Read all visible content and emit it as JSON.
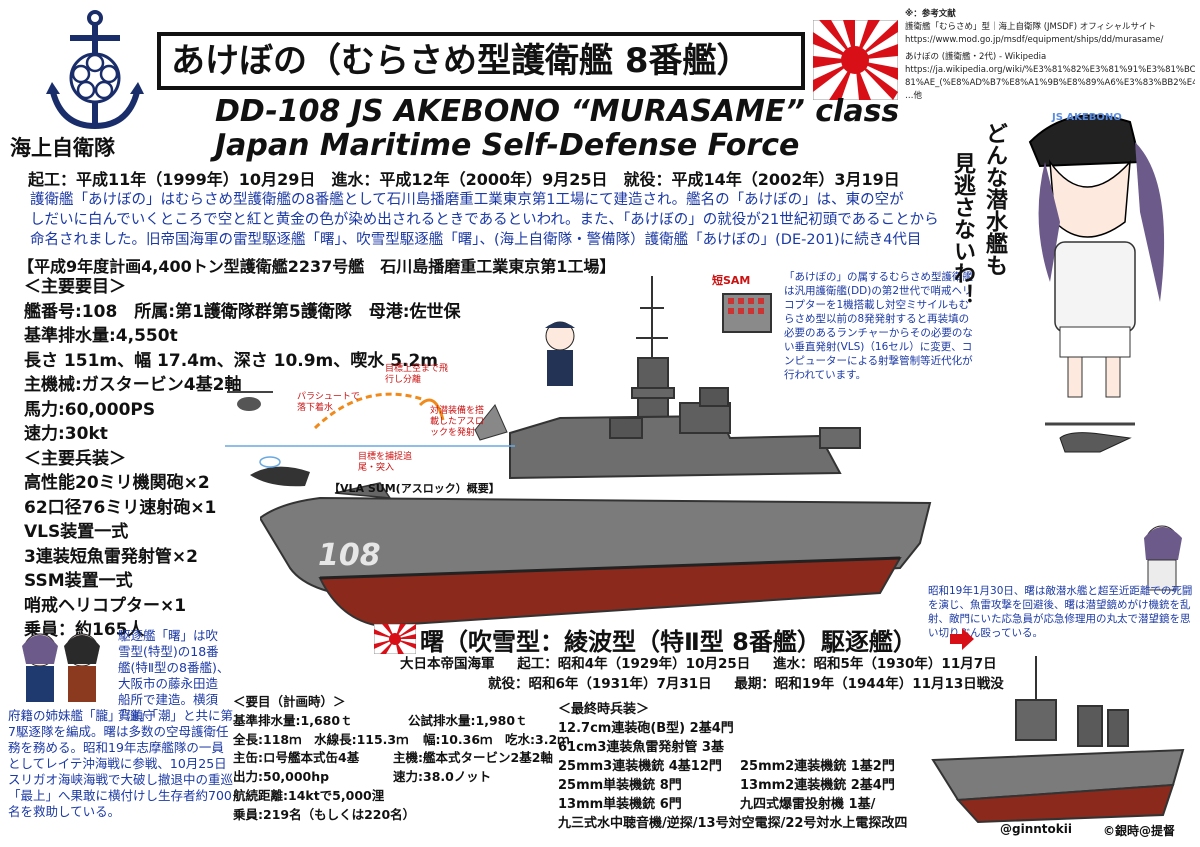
{
  "title": "あけぼの（むらさめ型護衛艦 8番艦）",
  "heading_en": {
    "line1": "DD-108 JS  AKEBONO  “MURASAME” class",
    "line2": "Japan Maritime Self-Defense Force"
  },
  "jmsdf_label": "海上自衛隊",
  "dates_line": "起工：平成11年（1999年）10月29日　進水：平成12年（2000年）9月25日　就役：平成14年（2002年）3月19日",
  "description": [
    "護衛艦「あけぼの」はむらさめ型護衛艦の8番艦として石川島播磨重工業東京第1工場にて建造され。艦名の「あけぼの」は、東の空が",
    "しだいに白んでいくところで空と紅と黄金の色が染め出されるときであるといわれ。また、「あけぼの」の就役が21世紀初頭であることから",
    "命名されました。旧帝国海軍の雷型駆逐艦「曙」、吹雪型駆逐艦「曙」、(海上自衛隊・警備隊）護衛艦「あけぼの」(DE-201)に続き4代目"
  ],
  "plan_line": "【平成9年度計画4,400トン型護衛艦2237号艦　石川島播磨重工業東京第1工場】",
  "main_specs": {
    "heading": "＜主要要目＞",
    "items": [
      "艦番号:108　所属:第1護衛隊群第5護衛隊　母港:佐世保",
      "基準排水量:4,550t",
      "長さ 151m、幅 17.4m、深さ 10.9m、喫水 5.2m",
      "主機械:ガスタービン4基2軸",
      "馬力:60,000PS",
      "速力:30kt"
    ]
  },
  "weapons": {
    "heading": "＜主要兵装＞",
    "items": [
      "高性能20ミリ機関砲×2",
      "62口径76ミリ速射砲×1",
      "VLS装置一式",
      "3連装短魚雷発射管×2",
      "SSM装置一式",
      "哨戒ヘリコプター×1",
      "乗員：約165人"
    ]
  },
  "references": {
    "lines": [
      "※：参考文献",
      "護衛艦「むらさめ」型｜海上自衛隊 (JMSDF) オフィシャルサイト",
      "https://www.mod.go.jp/msdf/equipment/ships/dd/murasame/",
      "あけぼの (護衛艦・2代) - Wikipedia",
      "https://ja.wikipedia.org/wiki/%E3%81%82%E3%81%91%E3%81%BC%E3%",
      "81%AE_(%E8%AD%B7%E8%A1%9B%E8%89%A6%E3%83%BB2%E4%BB%A3)",
      "…他"
    ]
  },
  "hull_number": "108",
  "cap_text": "JS AKEBONO",
  "speech_vertical": [
    "どんな潜水艦も",
    "見逃さないわ！"
  ],
  "sam_label": "短SAM",
  "vls_callout": "「あけぼの」の属するむらさめ型護衛艦は汎用護衛艦(DD)の第2世代で哨戒ヘリコプターを1機搭載し対空ミサイルもむらさめ型以前の8発発射すると再装填の必要のあるランチャーからその必要のない垂直発射(VLS)（16セル）に変更、コンピューターによる射撃管制等近代化が行われています。",
  "asroc": {
    "label": "【VLA SUM(アスロック）概要】",
    "step_climb": "目標上空まで飛行し分離",
    "step_parachute": "パラシュートで落下着水",
    "step_launch": "対潜装備を搭載したアスロックを発射",
    "step_attack": "目標を捕捉追尾・突入"
  },
  "ww2_note": "昭和19年1月30日、曙は敵潜水艦と超至近距離での死闘を演じ、魚雷攻撃を回避後、曙は潜望鏡めがけ機銃を乱射、敵門にいた応急員が応急修理用の丸太で潜望鏡を思い切りぶん殴っている。",
  "akebono_old": {
    "title": "曙（吹雪型：綾波型（特Ⅱ型 8番艦）駆逐艦）",
    "navy": "大日本帝国海軍",
    "laid_down": "起工：昭和4年（1929年）10月25日",
    "launched": "進水：昭和5年（1930年）11月7日",
    "commissioned": "就役：昭和6年（1931年）7月31日",
    "end": "最期：昭和19年（1944年）11月13日戦没"
  },
  "bio_short": "駆逐艦「曙」は吹雪型(特型)の18番艦(特Ⅱ型の8番艦)、大阪市の藤永田造船所で建造。横須賀鎮守",
  "bio_long": "府籍の姉妹艦「朧」「漣」「潮」と共に第7駆逐隊を編成。曙は多数の空母護衛任務を務める。昭和19年志摩艦隊の一員としてレイテ沖海戦に参戦、10月25日スリガオ海峡海戦で大破し撤退中の重巡「最上」へ果敢に横付けし生存者約700名を救助している。",
  "planned_specs": {
    "heading": "＜要目（計画時）＞",
    "rows": [
      [
        "基準排水量:1,680ｔ",
        "公試排水量:1,980ｔ"
      ],
      [
        "全長:118ｍ　水線長:115.3ｍ",
        "幅:10.36ｍ　吃水:3.2ｍ"
      ],
      [
        "主缶:ロ号艦本式缶4基",
        "主機:艦本式タービン2基2軸"
      ],
      [
        "出力:50,000hp",
        "速力:38.0ノット"
      ],
      [
        "航続距離:14ktで5,000浬",
        ""
      ],
      [
        "乗員:219名（もしくは220名）",
        ""
      ]
    ]
  },
  "final_armament": {
    "heading": "＜最終時兵装＞",
    "rows": [
      [
        "12.7cm連装砲(B型) 2基4門",
        ""
      ],
      [
        "61cm3連装魚雷発射管 3基",
        ""
      ],
      [
        "25mm3連装機銃 4基12門",
        "25mm2連装機銃 1基2門"
      ],
      [
        "25mm単装機銃 8門",
        "13mm2連装機銃 2基4門"
      ],
      [
        "13mm単装機銃 6門",
        "九四式爆雷投射機 1基/"
      ],
      [
        "九三式水中聴音機/逆探/13号対空電探/22号対水上電探改四",
        ""
      ]
    ]
  },
  "credits": [
    "@ginntokii",
    "©銀時@提督"
  ]
}
